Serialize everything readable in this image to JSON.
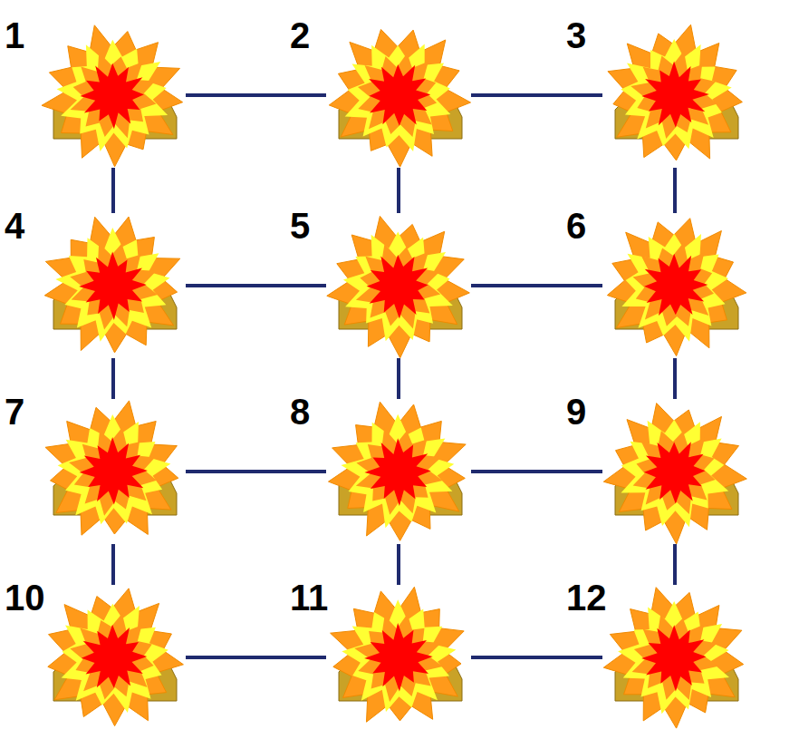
{
  "diagram": {
    "nodes": [
      {
        "text": [
          "1"
        ]
      },
      {
        "text": [
          "2"
        ]
      },
      {
        "text": [
          "3"
        ]
      },
      {
        "text": [
          "4"
        ]
      },
      {
        "text": [
          "5"
        ]
      },
      {
        "text": [
          "6"
        ]
      },
      {
        "text": [
          "7"
        ]
      },
      {
        "text": [
          "8"
        ]
      },
      {
        "text": [
          "9"
        ]
      },
      {
        "text": [
          "10"
        ]
      },
      {
        "text": [
          "11"
        ]
      },
      {
        "text": [
          "12"
        ]
      }
    ],
    "edges": [
      {
        "from": 0,
        "to": 1,
        "arrow": "none"
      },
      {
        "from": 1,
        "to": 2,
        "arrow": "none"
      },
      {
        "from": 0,
        "to": 3,
        "arrow": "none"
      },
      {
        "from": 1,
        "to": 4,
        "arrow": "none"
      },
      {
        "from": 2,
        "to": 5,
        "arrow": "none"
      },
      {
        "from": 3,
        "to": 4,
        "arrow": "none"
      },
      {
        "from": 4,
        "to": 5,
        "arrow": "none"
      },
      {
        "from": 3,
        "to": 6,
        "arrow": "none"
      },
      {
        "from": 4,
        "to": 7,
        "arrow": "none"
      },
      {
        "from": 5,
        "to": 8,
        "arrow": "none"
      },
      {
        "from": 6,
        "to": 7,
        "arrow": "none"
      },
      {
        "from": 7,
        "to": 8,
        "arrow": "none"
      },
      {
        "from": 6,
        "to": 9,
        "arrow": "none"
      },
      {
        "from": 7,
        "to": 10,
        "arrow": "none"
      },
      {
        "from": 8,
        "to": 11,
        "arrow": "none"
      },
      {
        "from": 9,
        "to": 10,
        "arrow": "none"
      },
      {
        "from": 10,
        "to": 11,
        "arrow": "none"
      }
    ]
  }
}
